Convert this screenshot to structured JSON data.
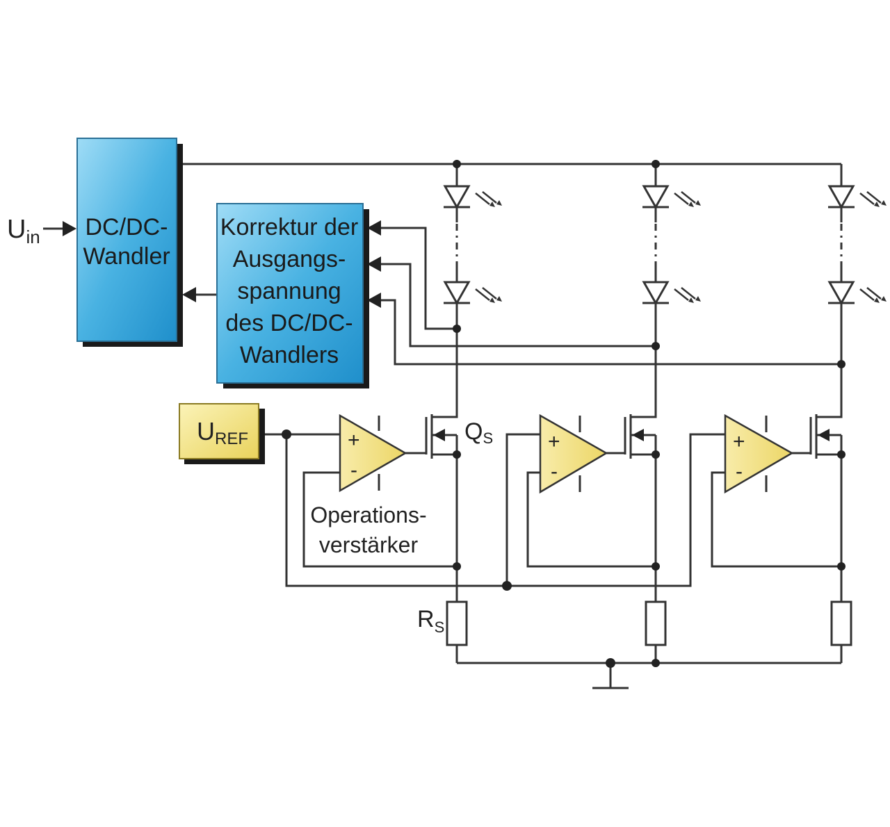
{
  "input_label": {
    "main": "U",
    "sub": "in"
  },
  "dcdc_box": {
    "line1": "DC/DC-",
    "line2": "Wandler"
  },
  "correction_box": {
    "lines": [
      "Korrektur der",
      "Ausgangs-",
      "spannung",
      "des DC/DC-",
      "Wandlers"
    ]
  },
  "uref_box": {
    "main": "U",
    "sub": "REF"
  },
  "opamp_label": {
    "line1": "Operations-",
    "line2": "verstärker"
  },
  "transistor_label": {
    "main": "Q",
    "sub": "S"
  },
  "resistor_label": {
    "main": "R",
    "sub": "S"
  },
  "opamp_signs": {
    "plus": "+",
    "minus": "-"
  },
  "colors": {
    "blue_box": "#3aa8dc",
    "yellow_box": "#f0e27a",
    "wire": "#333333",
    "shadow": "#1a1a1a"
  }
}
